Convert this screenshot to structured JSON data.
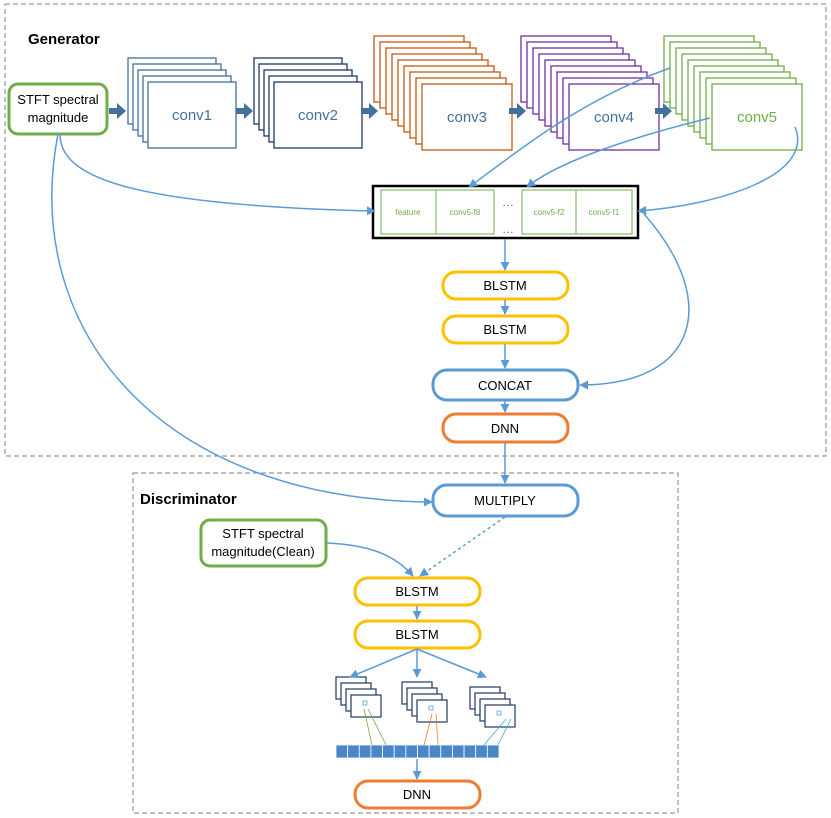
{
  "colors": {
    "blue_line": "#5b9bd5",
    "dash": "#7f7f7f",
    "green": "#70ad47",
    "yellow": "#ffc000",
    "orange": "#ed7d31",
    "conv1": "#41719c",
    "conv2": "#1f3864",
    "conv3": "#c55a11",
    "conv4": "#7030a0",
    "conv5": "#70ad47",
    "feature_bar": "#4a86c8"
  },
  "generator": {
    "title": "Generator",
    "input_label_line1": "STFT spectral",
    "input_label_line2": "magnitude",
    "convs": [
      {
        "label": "conv1"
      },
      {
        "label": "conv2"
      },
      {
        "label": "conv3"
      },
      {
        "label": "conv4"
      },
      {
        "label": "conv5"
      }
    ],
    "feature_map": {
      "cells": [
        "feature",
        "conv5-f8",
        "conv5-f2",
        "conv5-f1"
      ],
      "ellipsis": "…"
    },
    "blstm1": "BLSTM",
    "blstm2": "BLSTM",
    "concat": "CONCAT",
    "dnn": "DNN"
  },
  "multiply": "MULTIPLY",
  "discriminator": {
    "title": "Discriminator",
    "clean_label_line1": "STFT spectral",
    "clean_label_line2": "magnitude(Clean)",
    "blstm1": "BLSTM",
    "blstm2": "BLSTM",
    "dnn": "DNN"
  }
}
